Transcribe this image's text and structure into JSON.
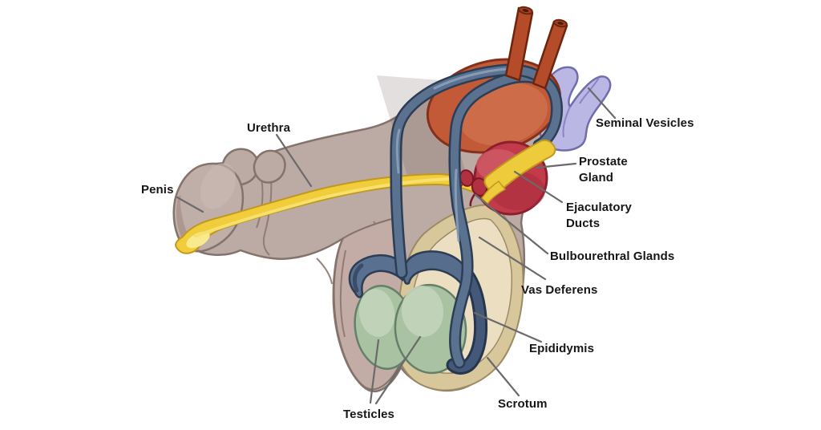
{
  "figure": {
    "type": "anatomical-diagram",
    "subject": "Male reproductive system (sagittal illustration)"
  },
  "labels": {
    "penis": "Penis",
    "urethra": "Urethra",
    "seminal_vesicles": "Seminal Vesicles",
    "prostate_line1": "Prostate",
    "prostate_line2": "Gland",
    "ejaculatory_line1": "Ejaculatory",
    "ejaculatory_line2": "Ducts",
    "bulbourethral": "Bulbourethral Glands",
    "vas_deferens": "Vas Deferens",
    "epididymis": "Epididymis",
    "scrotum": "Scrotum",
    "testicles": "Testicles"
  },
  "colors": {
    "background": "#ffffff",
    "body_skin": "#bcaba4",
    "body_outline": "#84736c",
    "scrotum_lobe": "#c4aca6",
    "scrotum_wall_cream": "#d9c79c",
    "scrotum_wall_inner": "#ecdfc1",
    "scrotum_wall_outline": "#9d8a66",
    "testicle": "#a9c2a2",
    "testicle_outline": "#64806a",
    "epididymis_vas": "#5b7190",
    "epididymis_vas_outline": "#2c3e55",
    "urethra_yellow": "#f1cd3c",
    "urethra_outline": "#c0981e",
    "bladder": "#c25a38",
    "bladder_outline": "#84301a",
    "ureter": "#b44c2a",
    "prostate": "#c13b4a",
    "prostate_outline": "#8c1e2d",
    "bulbourethral_gland": "#b23140",
    "seminal_vesicle": "#bab7e4",
    "seminal_vesicle_outline": "#716cab",
    "leader_line": "#6a6a6a",
    "label_text": "#161616"
  }
}
